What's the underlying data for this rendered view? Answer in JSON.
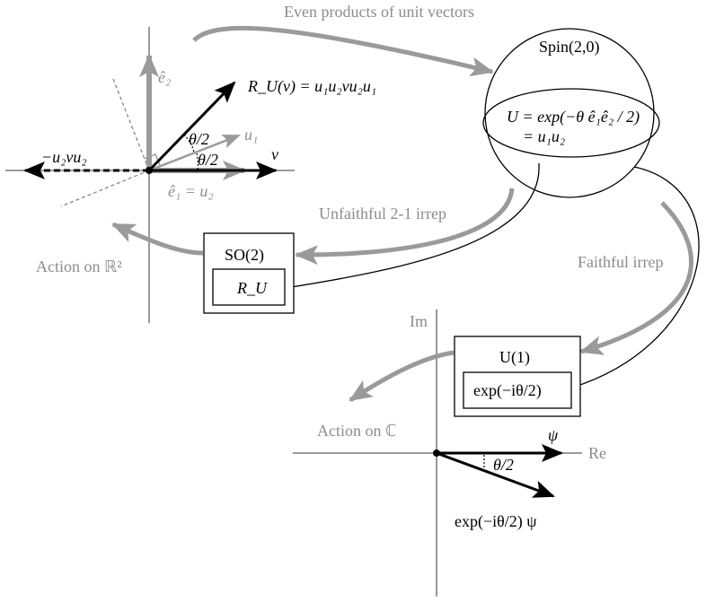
{
  "labels": {
    "top_arrow": "Even products of unit vectors",
    "unfaithful": "Unfaithful 2-1 irrep",
    "faithful": "Faithful irrep",
    "action_r2": "Action on ℝ²",
    "action_c": "Action on ℂ"
  },
  "spin": {
    "title": "Spin(2,0)",
    "u_line1": "U = exp(−θ ê₁ê₂ / 2)",
    "u_line2": "= u₁u₂"
  },
  "so2": {
    "title": "SO(2)",
    "inner": "R_U"
  },
  "u1": {
    "title": "U(1)",
    "inner": "exp(−iθ/2)"
  },
  "plane_r2": {
    "e2_label": "ê₂",
    "e1_label": "ê₁ = u₂",
    "u1_label": "u₁",
    "v_label": "v",
    "rv_label": "R_U(v) =  u₁u₂vu₂u₁",
    "neg_label": "−u₂vu₂",
    "angle1": "θ/2",
    "angle2": "θ/2"
  },
  "plane_c": {
    "im_label": "Im",
    "re_label": "Re",
    "psi_label": "ψ",
    "rot_label": "exp(−iθ/2) ψ",
    "angle": "θ/2"
  },
  "colors": {
    "gray": "#9a9a9a",
    "black": "#000000"
  }
}
